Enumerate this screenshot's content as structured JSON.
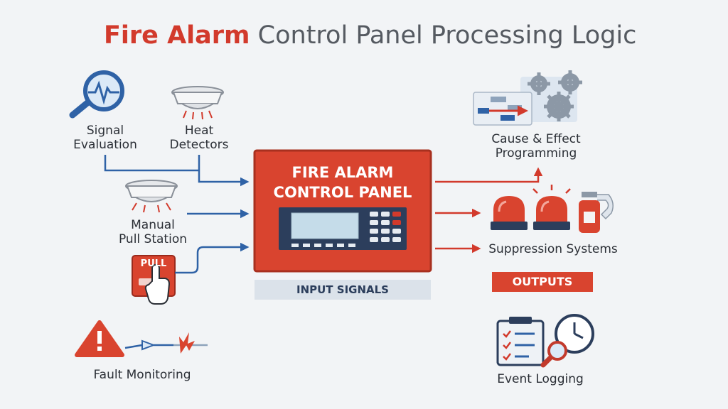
{
  "title": {
    "highlight": "Fire Alarm",
    "rest": "Control Panel Processing Logic"
  },
  "inputs": {
    "signal_evaluation": [
      "Signal",
      "Evaluation"
    ],
    "heat_detectors": [
      "Heat",
      "Detectors"
    ],
    "manual_pull_station": [
      "Manual",
      "Pull Station"
    ],
    "pull_label": "PULL"
  },
  "panel": {
    "title_line1": "FIRE ALARM",
    "title_line2": "CONTROL PANEL"
  },
  "input_signals_label": "INPUT SIGNALS",
  "outputs": {
    "cause_effect": [
      "Cause & Effect",
      "Programming"
    ],
    "suppression": "Suppression Systems",
    "outputs_label": "OUTPUTS"
  },
  "fault_monitoring": "Fault Monitoring",
  "event_logging": "Event Logging",
  "colors": {
    "accent_red": "#d23a2c",
    "arrow_blue": "#2f62a6",
    "panel_red": "#d9442f",
    "screen_navy": "#2c3e5c"
  }
}
